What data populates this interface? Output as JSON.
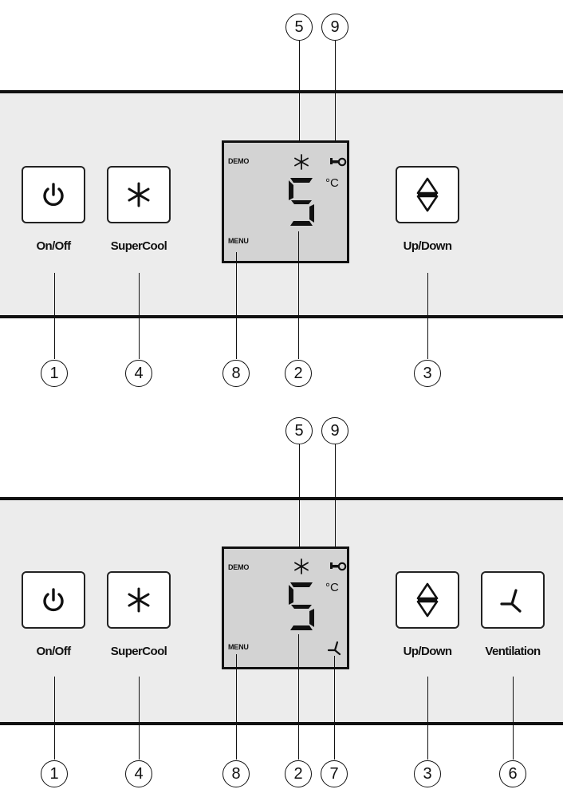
{
  "buttons": {
    "onoff": "On/Off",
    "supercool": "SuperCool",
    "updown": "Up/Down",
    "ventilation": "Ventilation"
  },
  "display": {
    "demo": "DEMO",
    "menu": "MENU",
    "digit": "5",
    "unit": "°C"
  },
  "callouts": {
    "onoff": "1",
    "digit": "2",
    "updown": "3",
    "supercool": "4",
    "supercool_symbol": "5",
    "ventilation": "6",
    "ventilation_symbol": "7",
    "menu": "8",
    "lock_symbol": "9"
  },
  "icons": [
    "power-icon",
    "snowflake-icon",
    "up-down-arrow-icon",
    "ventilation-icon",
    "key-icon",
    "snowflake-symbol-icon"
  ]
}
